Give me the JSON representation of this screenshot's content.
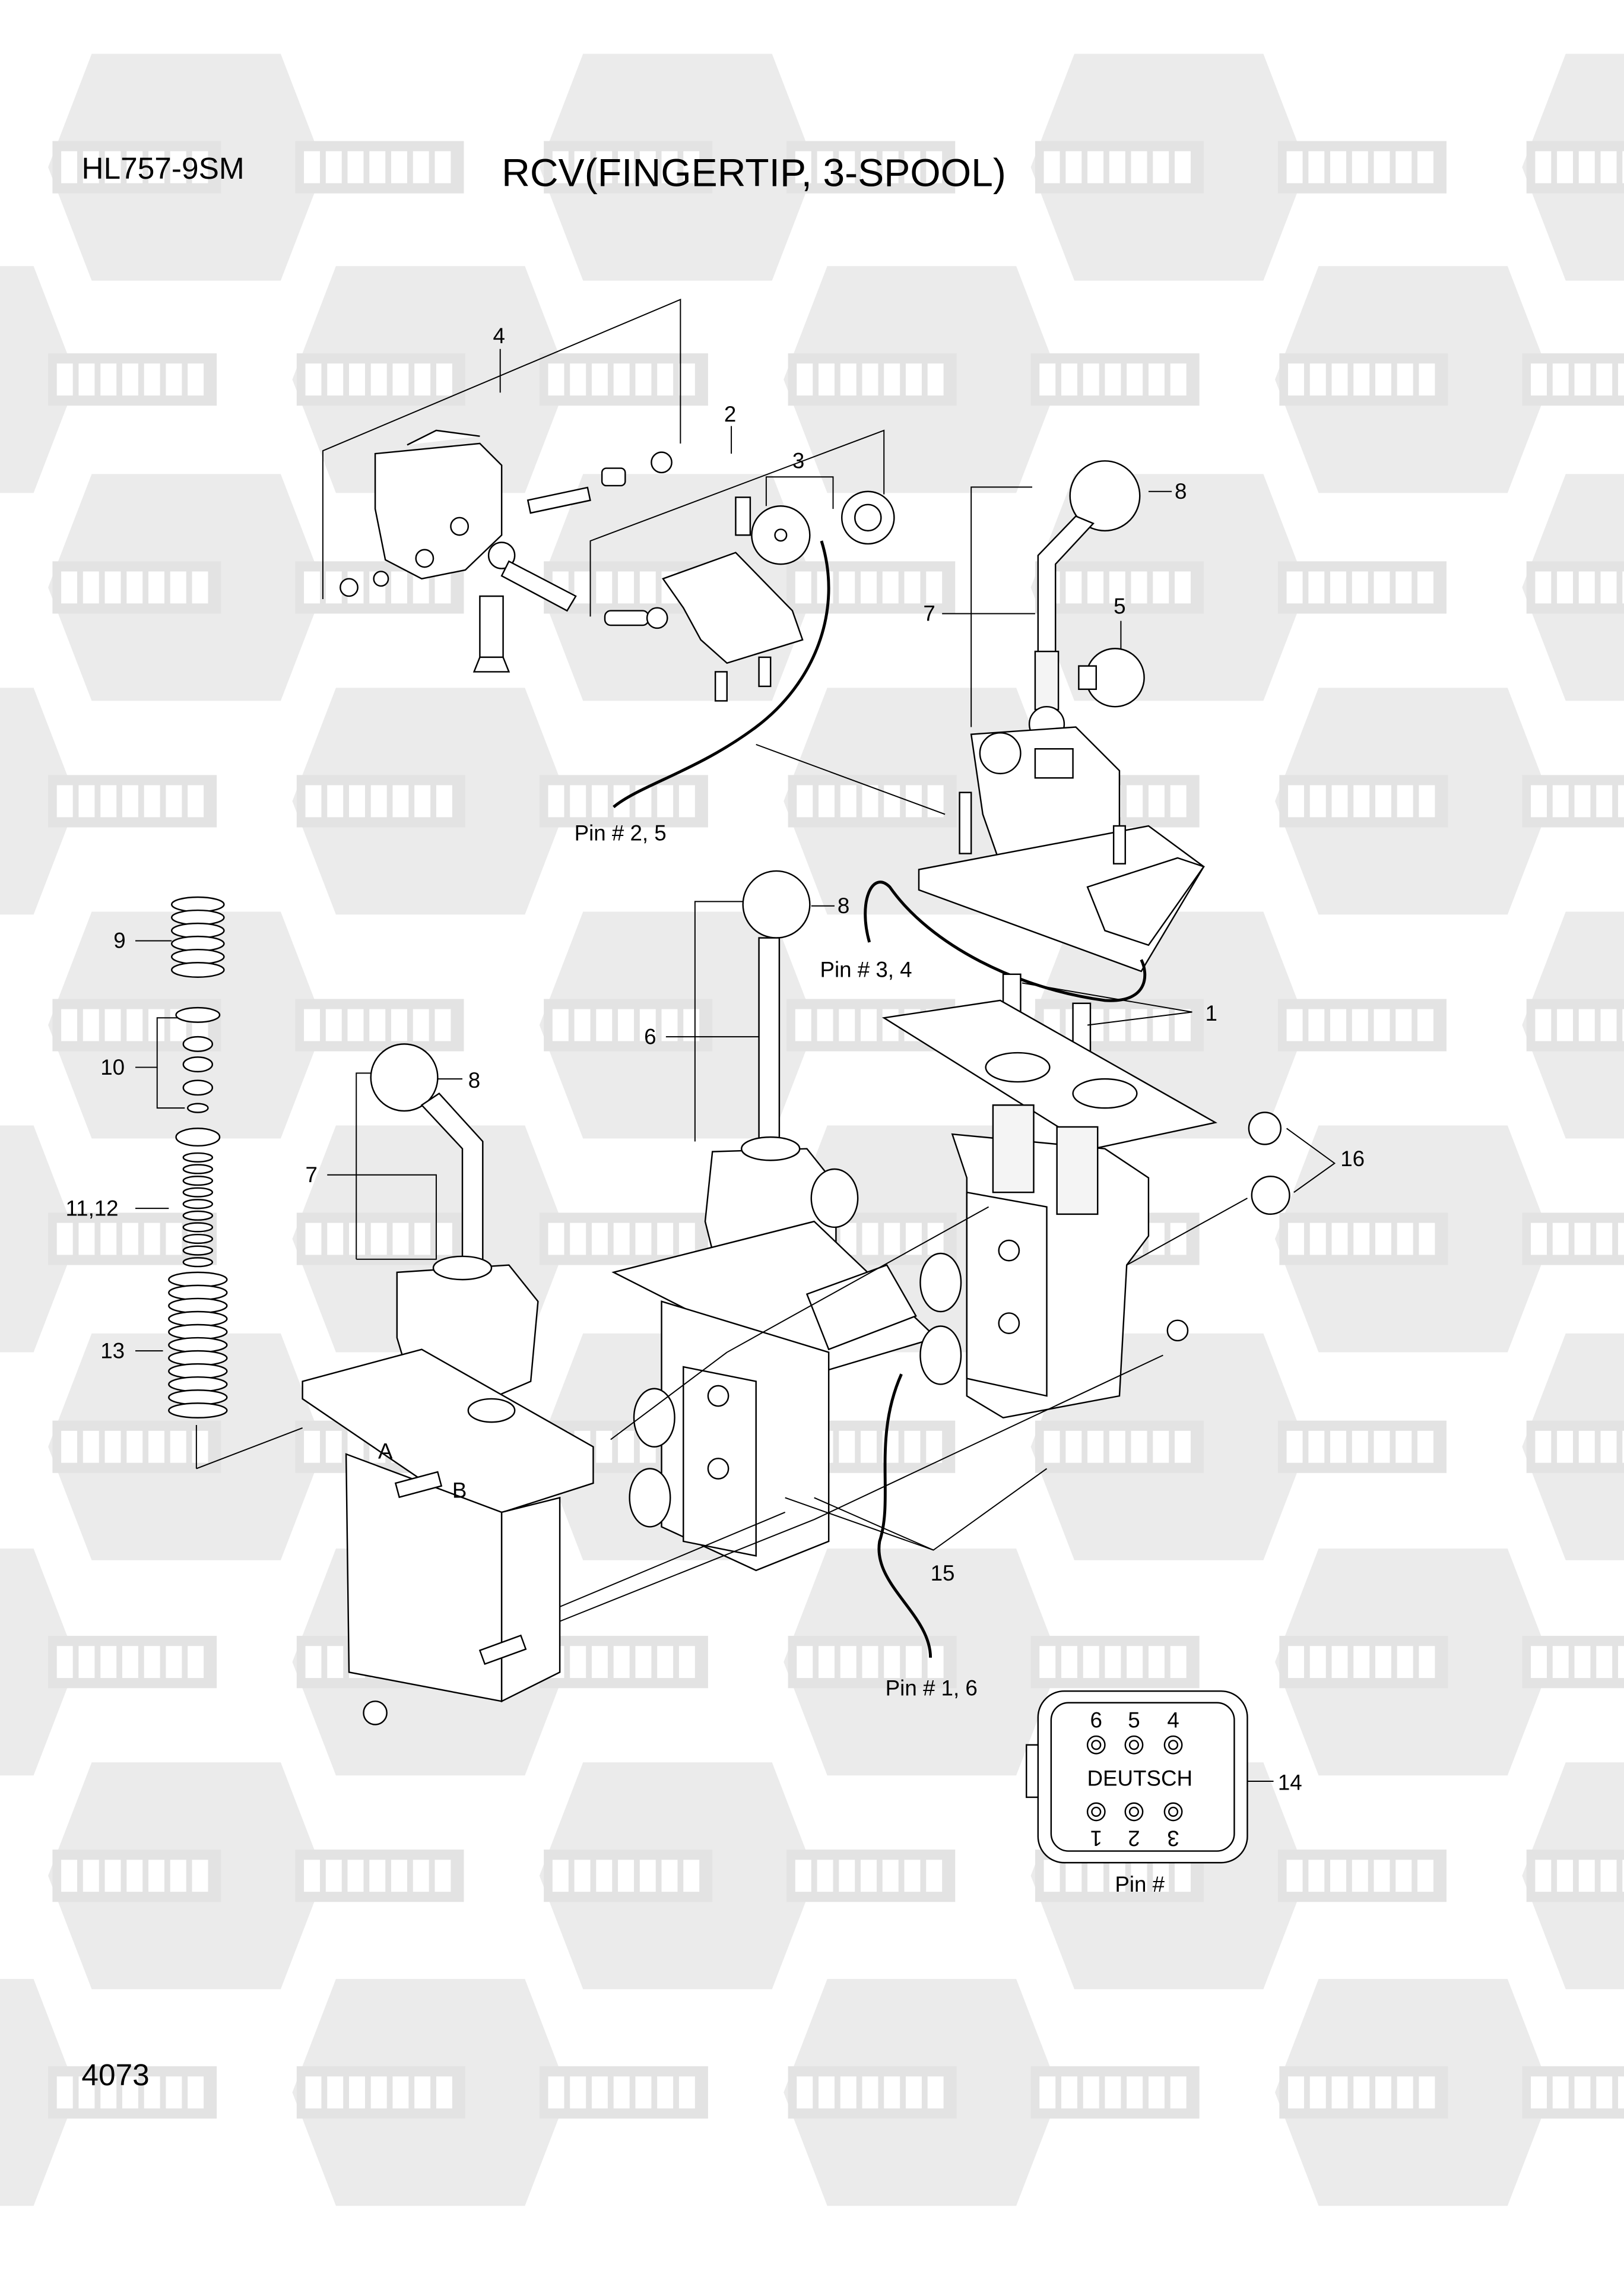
{
  "header": {
    "model": "HL757-9SM",
    "title": "RCV(FINGERTIP, 3-SPOOL)"
  },
  "footer": {
    "page_number": "4073"
  },
  "watermark": {
    "text_cyrillic": "КОМПАРТ",
    "text_latin": "COMPART"
  },
  "callouts": {
    "c1": "1",
    "c2": "2",
    "c3": "3",
    "c4": "4",
    "c5": "5",
    "c6": "6",
    "c7a": "7",
    "c7b": "7",
    "c8a": "8",
    "c8b": "8",
    "c8c": "8",
    "c9": "9",
    "c10": "10",
    "c11_12": "11,12",
    "c13": "13",
    "c14": "14",
    "c15": "15",
    "c16": "16"
  },
  "wire_labels": {
    "pin25": "Pin # 2, 5",
    "pin34": "Pin # 3, 4",
    "pin16": "Pin # 1, 6"
  },
  "connector": {
    "brand": "DEUTSCH",
    "caption": "Pin #",
    "top_pins": [
      "6",
      "5",
      "4"
    ],
    "bottom_pins": [
      "1",
      "2",
      "3"
    ]
  }
}
